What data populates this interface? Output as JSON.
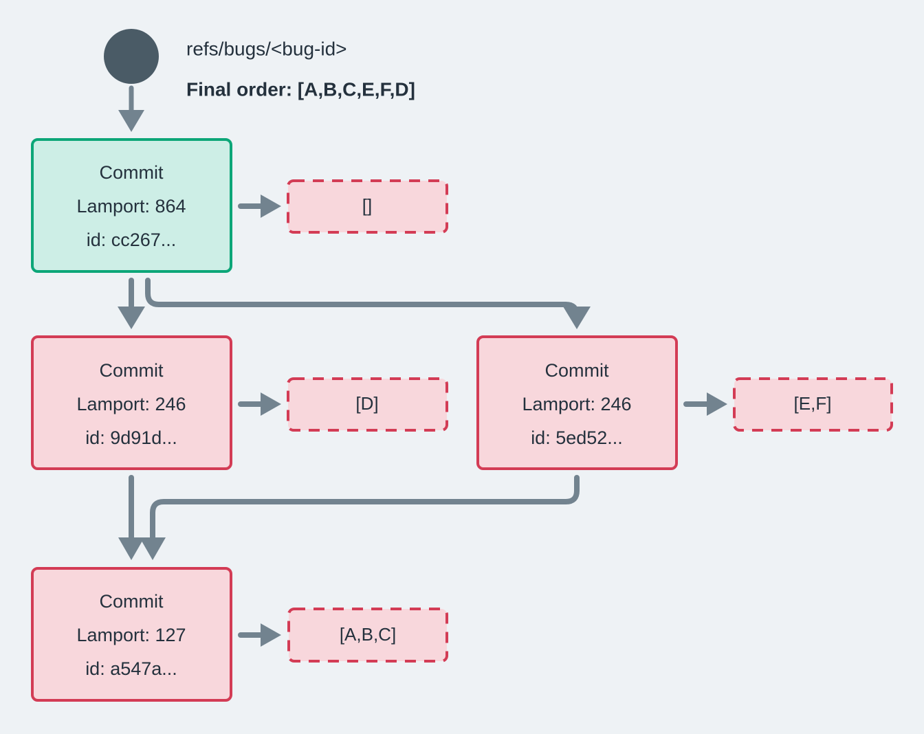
{
  "diagram": {
    "title": "refs/bugs/<bug-id>",
    "subtitle": "Final order: [A,B,C,E,F,D]",
    "background_color": "#eef2f5",
    "text_color": "#24313d",
    "edge_color": "#72838f",
    "root_node": {
      "name": "root-dot",
      "color": "#4a5b66"
    },
    "nodes": [
      {
        "id": "cc267",
        "line1": "Commit",
        "line2": "Lamport: 864",
        "line3": "id: cc267...",
        "fill": "#cdeee6",
        "stroke": "#0ca678",
        "style": "green"
      },
      {
        "id": "9d91d",
        "line1": "Commit",
        "line2": "Lamport: 246",
        "line3": "id: 9d91d...",
        "fill": "#f8d7dc",
        "stroke": "#d33c55",
        "style": "red"
      },
      {
        "id": "5ed52",
        "line1": "Commit",
        "line2": "Lamport: 246",
        "line3": "id: 5ed52...",
        "fill": "#f8d7dc",
        "stroke": "#d33c55",
        "style": "red"
      },
      {
        "id": "a547a",
        "line1": "Commit",
        "line2": "Lamport: 127",
        "line3": "id: a547a...",
        "fill": "#f8d7dc",
        "stroke": "#d33c55",
        "style": "red"
      }
    ],
    "op_labels": [
      {
        "id": "ops-cc267",
        "text": "[]"
      },
      {
        "id": "ops-9d91d",
        "text": "[D]"
      },
      {
        "id": "ops-5ed52",
        "text": "[E,F]"
      },
      {
        "id": "ops-a547a",
        "text": "[A,B,C]"
      }
    ]
  },
  "chart_data": {
    "type": "diagram",
    "title": "refs/bugs/<bug-id>",
    "annotation": "Final order: [A,B,C,E,F,D]",
    "nodes": [
      {
        "id": "cc267",
        "lamport": 864,
        "ops": "[]",
        "highlight": "green"
      },
      {
        "id": "9d91d",
        "lamport": 246,
        "ops": "[D]",
        "highlight": "red"
      },
      {
        "id": "5ed52",
        "lamport": 246,
        "ops": "[E,F]",
        "highlight": "red"
      },
      {
        "id": "a547a",
        "lamport": 127,
        "ops": "[A,B,C]",
        "highlight": "red"
      }
    ],
    "edges": [
      {
        "from": "root",
        "to": "cc267"
      },
      {
        "from": "cc267",
        "to": "9d91d"
      },
      {
        "from": "cc267",
        "to": "5ed52"
      },
      {
        "from": "9d91d",
        "to": "a547a"
      },
      {
        "from": "5ed52",
        "to": "a547a"
      },
      {
        "from": "cc267",
        "to": "ops-cc267"
      },
      {
        "from": "9d91d",
        "to": "ops-9d91d"
      },
      {
        "from": "5ed52",
        "to": "ops-5ed52"
      },
      {
        "from": "a547a",
        "to": "ops-a547a"
      }
    ]
  }
}
